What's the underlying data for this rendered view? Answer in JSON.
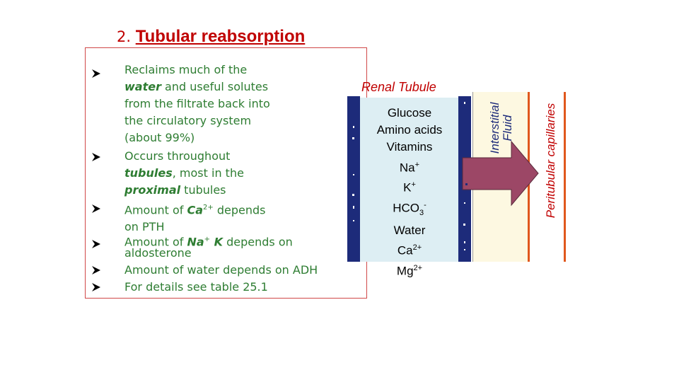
{
  "title": {
    "number": "2.",
    "text": "Tubular reabsorption"
  },
  "bullets": [
    {
      "line1": "Reclaims much of the",
      "line2_emph": "water",
      "line2_rest": " and useful solutes",
      "line3": "from the filtrate back into",
      "line4": "the circulatory system",
      "line5": "(about 99%)"
    },
    {
      "line1": "Occurs throughout",
      "line2_emph": "tubules",
      "line2_rest": ", most in the",
      "line3_emph": "proximal",
      "line3_rest": " tubules"
    },
    {
      "pre": "Amount of ",
      "emph": "Ca",
      "sup": "2+",
      "post": " depends",
      "line2": "on PTH"
    },
    {
      "pre": "Amount of ",
      "emph": "Na",
      "sup": "+",
      "emph2": " K",
      "post": " depends on",
      "line2": "aldosterone"
    },
    {
      "text": "Amount of water depends on ADH"
    },
    {
      "text": "For details see table 25.1"
    }
  ],
  "diagram": {
    "renal_tubule_label": "Renal Tubule",
    "solutes": [
      {
        "base": "Glucose"
      },
      {
        "base": "Amino acids"
      },
      {
        "base": "Vitamins"
      },
      {
        "base": "Na",
        "sup": "+"
      },
      {
        "base": "K",
        "sup": "+"
      },
      {
        "base": "HCO",
        "sub": "3",
        "sup": "-"
      },
      {
        "base": "Water"
      },
      {
        "base": "Ca",
        "sup": "2+"
      },
      {
        "base": "Mg",
        "sup": "2+"
      }
    ],
    "interstitial_label_1": "Interstitial",
    "interstitial_label_2": "Fluid",
    "capillaries_label": "Peritubular capillaries",
    "colors": {
      "membrane": "#1d2b7a",
      "lumen": "#ddeef3",
      "interstitial": "#fdf8e1",
      "capillary_border": "#e0571d",
      "arrow": "#9c4766",
      "title": "#c00000",
      "bullet_text": "#2e7d32"
    }
  }
}
